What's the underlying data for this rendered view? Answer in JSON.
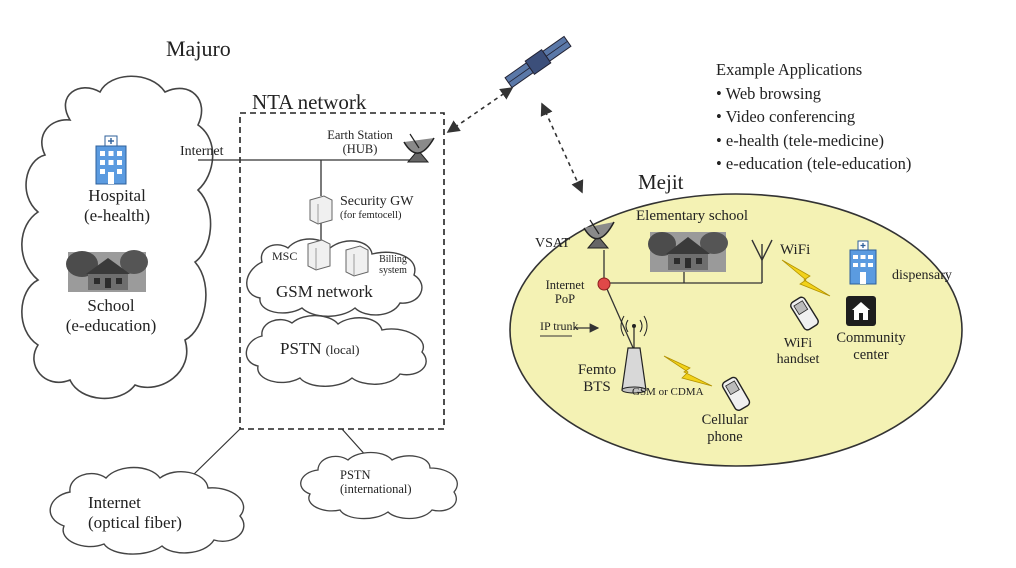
{
  "regions": {
    "majuro": "Majuro",
    "nta_network": "NTA network",
    "mejit": "Mejit"
  },
  "majuro_cloud": {
    "hospital": "Hospital",
    "hospital_sub": "(e-health)",
    "school": "School",
    "school_sub": "(e-education)"
  },
  "links": {
    "internet": "Internet"
  },
  "nta": {
    "earth_station": "Earth Station",
    "hub": "(HUB)",
    "security_gw": "Security GW",
    "security_gw_sub": "(for femtocell)",
    "msc": "MSC",
    "billing": "Billing",
    "billing_sub": "system",
    "gsm_network": "GSM network",
    "pstn": "PSTN",
    "pstn_sub": "(local)"
  },
  "external": {
    "internet_fiber": "Internet",
    "internet_fiber_sub": "(optical fiber)",
    "pstn_intl": "PSTN",
    "pstn_intl_sub": "(international)"
  },
  "mejit_site": {
    "vsat": "VSAT",
    "elementary_school": "Elementary school",
    "wifi": "WiFi",
    "dispensary": "dispensary",
    "internet_pop": "Internet",
    "internet_pop_sub": "PoP",
    "ip_trunk": "IP trunk",
    "femto": "Femto",
    "bts": "BTS",
    "gsm_or_cdma": "GSM or CDMA",
    "wifi_handset": "WiFi",
    "wifi_handset_sub": "handset",
    "community": "Community",
    "community_sub": "center",
    "cellular": "Cellular",
    "cellular_sub": "phone"
  },
  "applications": {
    "title": "Example Applications",
    "items": [
      "• Web browsing",
      "• Video conferencing",
      "• e-health (tele-medicine)",
      "• e-education (tele-education)"
    ]
  },
  "colors": {
    "mejit_fill": "#f4f2b4",
    "building_blue": "#4a8fd8",
    "lightning": "#f2d21a",
    "pop_dot": "#e04848"
  }
}
